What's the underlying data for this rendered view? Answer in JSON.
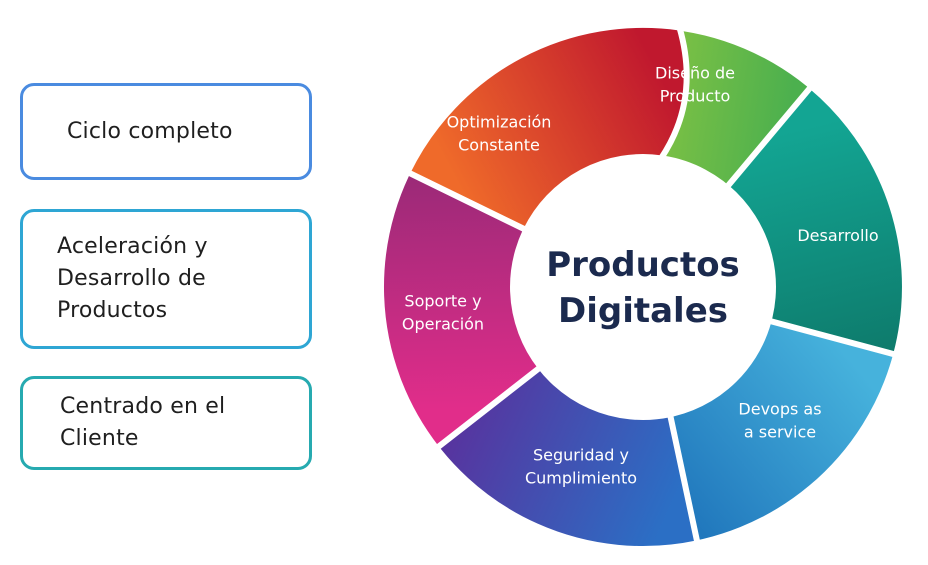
{
  "cards": [
    {
      "text": "Ciclo completo",
      "color": "#4a8be0"
    },
    {
      "text": "Aceleración y\nDesarrollo de\nProductos",
      "color": "#2ea6d4"
    },
    {
      "text": "Centrado en el\nCliente",
      "color": "#26aab0"
    }
  ],
  "cycle": {
    "center_title": [
      "Productos",
      "Digitales"
    ],
    "segments": [
      {
        "lines": [
          "Diseño de",
          "Producto"
        ],
        "color_start": "#a6cf3c",
        "color_end": "#4cb04e"
      },
      {
        "lines": [
          "Desarrollo"
        ],
        "color_start": "#13a593",
        "color_end": "#0e7c6d"
      },
      {
        "lines": [
          "Devops as",
          "a service"
        ],
        "color_start": "#46b2dc",
        "color_end": "#2178bd"
      },
      {
        "lines": [
          "Seguridad y",
          "Cumplimiento"
        ],
        "color_start": "#2b6fc5",
        "color_end": "#57349f"
      },
      {
        "lines": [
          "Soporte y",
          "Operación"
        ],
        "color_start": "#e12d8a",
        "color_end": "#9c2a78"
      },
      {
        "lines": [
          "Optimización",
          "Constante"
        ],
        "color_start": "#ef6a2a",
        "color_end": "#c0182e"
      }
    ]
  }
}
